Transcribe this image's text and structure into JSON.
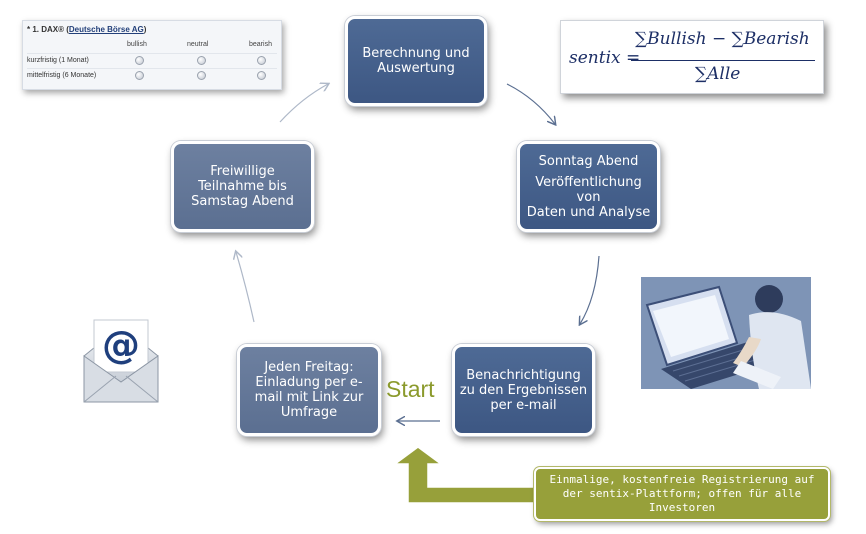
{
  "survey": {
    "title_prefix": "* 1. DAX® (",
    "title_link": "Deutsche Börse AG",
    "title_suffix": ")",
    "columns": [
      "bullish",
      "neutral",
      "bearish"
    ],
    "rows": [
      "kurzfristig (1 Monat)",
      "mittelfristig (6 Monate)"
    ]
  },
  "formula": {
    "lhs": "sentix =",
    "numerator": "∑Bullish − ∑Bearish",
    "denominator": "∑Alle"
  },
  "steps": {
    "berechnung": [
      "Berechnung und",
      "Auswertung"
    ],
    "sonntag": [
      "Sonntag Abend",
      "Veröffentlichung",
      "von",
      "Daten und Analyse"
    ],
    "benachrichtigung": [
      "Benachrichtigung",
      "zu den Ergebnissen",
      "per e-mail"
    ],
    "freitag": [
      "Jeden Freitag:",
      "Einladung per e-",
      "mail mit Link zur",
      "Umfrage"
    ],
    "freiwillig": [
      "Freiwillige",
      "Teilnahme bis",
      "Samstag Abend"
    ]
  },
  "start_label": "Start",
  "registration": [
    "Einmalige, kostenfreie Registrierung auf",
    "der sentix-Plattform; offen für alle",
    "Investoren"
  ],
  "colors": {
    "dark_box": "#3d5783",
    "mid_box": "#5b6f91",
    "accent_green": "#97a03a",
    "start_text": "#8b9a2c",
    "arrow": "#5b6f91"
  },
  "icons": {
    "envelope": "email-envelope-icon",
    "photo": "person-at-computer-photo"
  }
}
